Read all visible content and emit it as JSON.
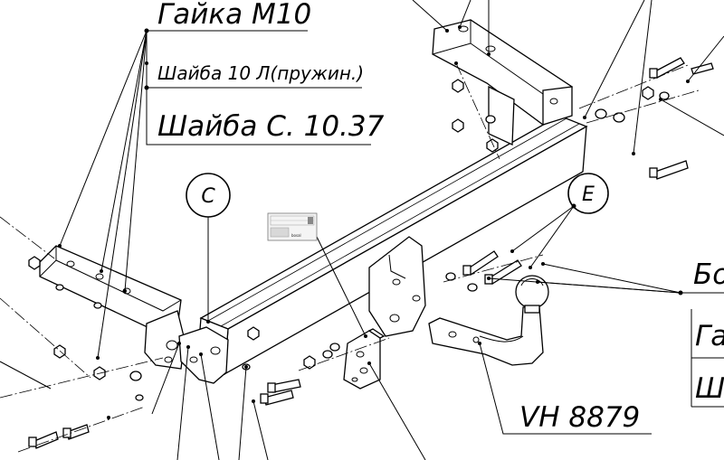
{
  "labels": {
    "nut": "Гайка М10",
    "spring_washer": "Шайба 10 Л(пружин.)",
    "washer": "Шайба С. 10.37",
    "detail_c": "C",
    "detail_e": "E",
    "partial_bo": "Бо",
    "partial_ga": "Га",
    "partial_sh": "Ша",
    "model": "VH 8879",
    "tag_brand": "bosal"
  },
  "colors": {
    "ink": "#000000",
    "paper": "#ffffff",
    "tag_gray": "#777777"
  }
}
